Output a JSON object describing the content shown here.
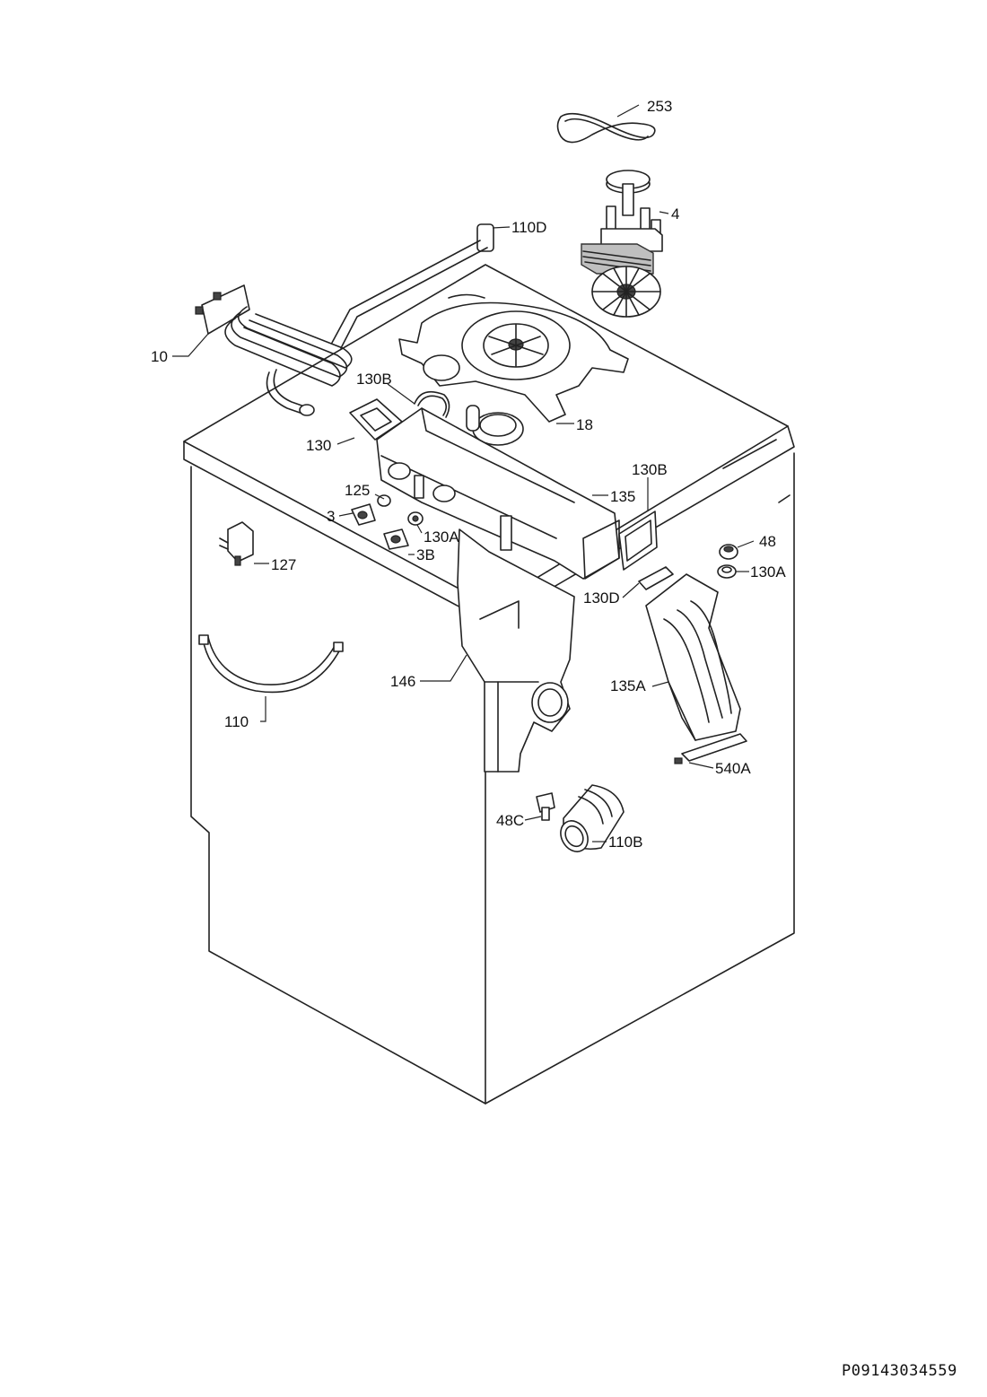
{
  "reference_code": "P09143034559",
  "labels": {
    "l253": "253",
    "l4": "4",
    "l110D": "110D",
    "l10": "10",
    "l130B_top": "130B",
    "l18": "18",
    "l130": "130",
    "l130B_right": "130B",
    "l135": "135",
    "l125": "125",
    "l3": "3",
    "l130A_left": "130A",
    "l3B": "3B",
    "l127": "127",
    "l48": "48",
    "l130A_right": "130A",
    "l130D": "130D",
    "l146": "146",
    "l135A": "135A",
    "l110": "110",
    "l540A": "540A",
    "l48C": "48C",
    "l110B": "110B"
  }
}
